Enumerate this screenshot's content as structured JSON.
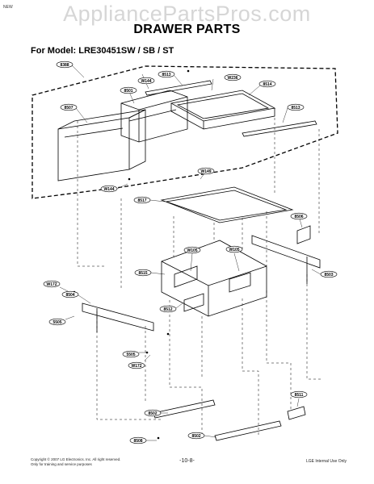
{
  "corner_tag": "NEW",
  "watermark": "AppliancePartsPros.com",
  "title": "DRAWER PARTS",
  "model_line": "For Model: LRE30451SW / SB / ST",
  "callouts": [
    {
      "id": "c-8388",
      "label": "8388"
    },
    {
      "id": "c-8513a",
      "label": "8513"
    },
    {
      "id": "c-w144a",
      "label": "W144"
    },
    {
      "id": "c-w236",
      "label": "W236"
    },
    {
      "id": "c-8514",
      "label": "8514"
    },
    {
      "id": "c-8501",
      "label": "8501"
    },
    {
      "id": "c-8507",
      "label": "8507"
    },
    {
      "id": "c-8513b",
      "label": "8513"
    },
    {
      "id": "c-w149",
      "label": "W149"
    },
    {
      "id": "c-w144b",
      "label": "W144"
    },
    {
      "id": "c-8517",
      "label": "8517"
    },
    {
      "id": "c-8506",
      "label": "8506"
    },
    {
      "id": "c-w105a",
      "label": "W105"
    },
    {
      "id": "c-w105b",
      "label": "W105"
    },
    {
      "id": "c-8515",
      "label": "8515"
    },
    {
      "id": "c-8503",
      "label": "8503"
    },
    {
      "id": "c-w172a",
      "label": "W172"
    },
    {
      "id": "c-8504",
      "label": "8504"
    },
    {
      "id": "c-8512",
      "label": "8512"
    },
    {
      "id": "c-5505a",
      "label": "5505"
    },
    {
      "id": "c-5505b",
      "label": "5505"
    },
    {
      "id": "c-w172b",
      "label": "W172"
    },
    {
      "id": "c-8511",
      "label": "8511"
    },
    {
      "id": "c-8502a",
      "label": "8502"
    },
    {
      "id": "c-8508",
      "label": "8508"
    },
    {
      "id": "c-8502b",
      "label": "8502"
    }
  ],
  "footer": {
    "copyright": "Copyright © 2007 LG Electronics. Inc. All right reserved.",
    "training_note": "Only for training and service purposes",
    "page_number": "-10-8-",
    "internal_note": "LGE Internal Use Only"
  }
}
